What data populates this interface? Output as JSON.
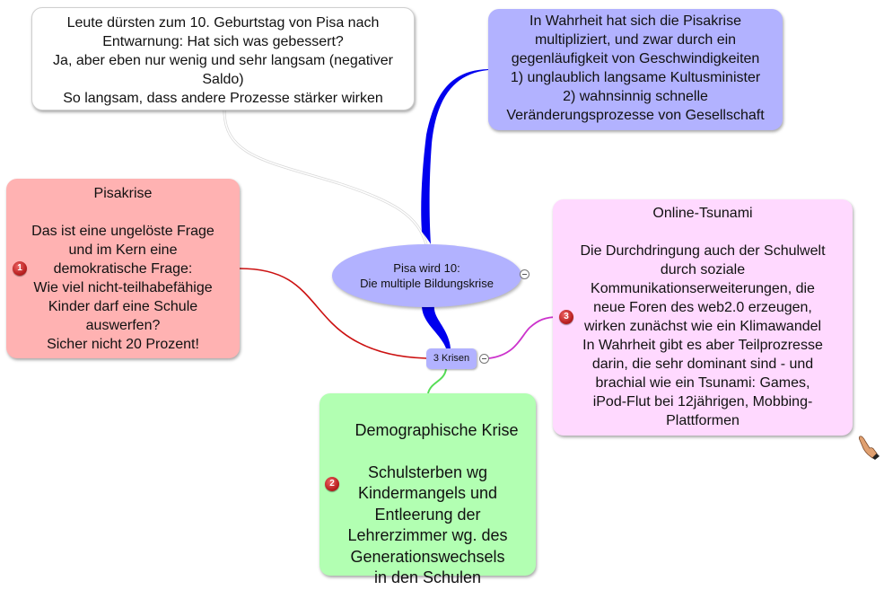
{
  "central_topic": {
    "text": "Pisa wird 10:\nDie multiple Bildungskrise",
    "color": "#b2b2ff"
  },
  "sub_topic": {
    "text": "3 Krisen",
    "color": "#b2b2ff"
  },
  "nodes": {
    "top_left": {
      "text": "Leute dürsten zum 10. Geburtstag von Pisa nach\nEntwarnung: Hat sich was gebessert?\nJa, aber eben nur wenig und sehr langsam (negativer\nSaldo)\nSo langsam, dass andere Prozesse stärker wirken",
      "color": "#ffffff"
    },
    "top_right": {
      "text": "In Wahrheit hat sich die Pisakrise\nmultipliziert, und zwar durch ein\ngegenläufigkeit von Geschwindigkeiten\n1) unglaublich langsame Kultusminister\n2) wahnsinnig schnelle\nVeränderungsprozesse von Gesellschaft",
      "color": "#b2b2ff"
    },
    "pisakrise": {
      "badge": "1",
      "text": "Pisakrise\n\nDas ist eine ungelöste Frage\nund im Kern eine\ndemokratische Frage:\nWie viel nicht-teilhabefähige\nKinder darf eine Schule\nauswerfen?\nSicher nicht 20 Prozent!",
      "color": "#ffb2b2"
    },
    "demographische": {
      "badge": "2",
      "title": "Demographische Krise",
      "text": "\nSchulsterben wg\nKindermangels und\nEntleerung der\nLehrerzimmer wg. des\nGenerationswechsels\nin den Schulen",
      "color": "#b2ffb2"
    },
    "online_tsunami": {
      "badge": "3",
      "text": "Online-Tsunami\n\nDie Durchdringung auch der Schulwelt\ndurch soziale\nKommunikationserweiterungen, die\nneue Foren des web2.0 erzeugen,\nwirken zunächst wie ein Klimawandel\nIn Wahrheit gibt es aber Teilprozresse\ndarin, die sehr dominant sind - und\nbrachial wie ein Tsunami: Games,\niPod-Flut bei 12jährigen, Mobbing-\nPlattformen",
      "color": "#ffd9ff"
    }
  },
  "connector_colors": {
    "top_left": "#e8e8e8",
    "top_right": "#0000ee",
    "central_to_sub": "#0000ee",
    "pisakrise": "#cc1111",
    "demographische": "#55dd55",
    "online_tsunami": "#cc33cc"
  },
  "icons": {
    "collapse": "collapse-minus-icon",
    "cursor": "hand-pointer-icon"
  }
}
